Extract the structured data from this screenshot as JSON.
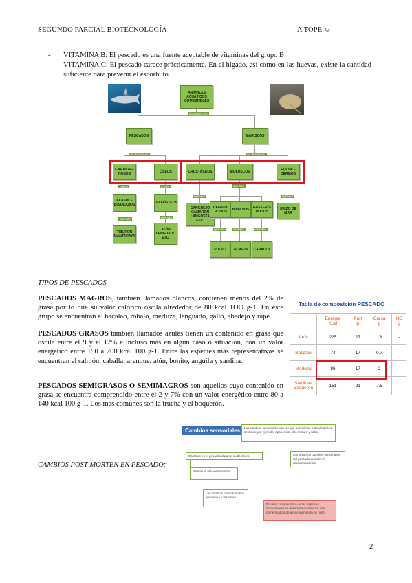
{
  "header": {
    "left": "SEGUNDO PARCIAL BIOTECNOLOGÍA",
    "right": "A TOPE ☺"
  },
  "vitaminas": [
    {
      "dash": "-",
      "text": "VITAMINA B: El pescado es una fuente aceptable de vitaminas del grupo B"
    },
    {
      "dash": "-",
      "text": "VITAMINA C: El pescado carece prácticamente. En el hígado, así como en las huevas, existe la cantidad suficiente para prevenir el escorbuto"
    }
  ],
  "tree": {
    "root": "ANIMALES ACUÁTICOS COMESTIBLES",
    "div1": "se dividen en",
    "pescados": "PESCADOS",
    "mariscos": "MARISCOS",
    "div2": "se dividen en",
    "div3": "se dividen en",
    "cartilaginosos": "CARTILAG-NOSOS",
    "oseos": "ÓSEOS",
    "crustaceos": "CRUSTÁCEOS",
    "moluscos": "MOLUSCOS",
    "equinodermos": "EQUINO-DERMOS",
    "abien1": "o bien",
    "abien2": "o bien",
    "queson": "que son",
    "elasmo": "ELASMO-BRANQUIOS",
    "teleosteos": "TELEÓSTEOS",
    "cangrejo": "CANGREJO CAMARÓN LANGOSTA ETC.",
    "cefalopodos": "CEFALÓ-PODOS",
    "bivalvos": "BIVALVOS",
    "gasteropodos": "GASTERÓ-PODOS",
    "erizo": "ERIZO DE MAR",
    "ejemplo": "ejemplo",
    "tiburon": "TIBURÓN MANTARAYA",
    "atun": "ATÚN LENGUADO ETC.",
    "pulpo": "PULPO",
    "almeja": "ALMEJA",
    "caracol": "CARACOL"
  },
  "tipos_title": "TIPOS DE PESCADOS",
  "magros": {
    "bold": "PESCADOS MAGROS",
    "text": ", también llamados blancos, contienen menos del 2% de grasa por lo que su valor calórico oscila alrededor de 80 kcal 1OO g-1. En este grupo se encuentran el bacalao, róbalo, merluza, lenguado, gallo, abadejo y rape."
  },
  "grasos": {
    "bold": "PESCADOS GRASOS",
    "text": " también llamados azules tienen un contenido en grasa que oscila entre el 9 y el 12% e incluso más en algún caso o situación, con un valor energético entre 150 a 200 kcal 100 g-1. Entre las especies más representativas se encuentran el salmón, caballa, arenque, atún, bonito, anguila y sardina."
  },
  "semigrasos": {
    "bold": "PESCADOS SEMIGRASOS O SEMIMAGROS",
    "text": " son aquellos cuyo contenido en grasa se encuentra comprendido entre el 2 y 7% con un valor energético entre 80 a 140 kcal 100 g-1. Los más comunes son la trucha y el boquerón."
  },
  "table": {
    "title": "Tabla de composición PESCADO",
    "headers": [
      [
        "Energía",
        "Kcal"
      ],
      [
        "Prot",
        "g"
      ],
      [
        "Grasa",
        "g"
      ],
      [
        "HC",
        "g"
      ]
    ],
    "rows": [
      {
        "name": "Atún",
        "vals": [
          "225",
          "27",
          "13",
          "-"
        ]
      },
      {
        "name": "Bacalao",
        "vals": [
          "74",
          "17",
          "0.7",
          "-"
        ]
      },
      {
        "name": "Merluza",
        "vals": [
          "86",
          "17",
          "2",
          "-"
        ]
      },
      {
        "name": "Sardinas Boquerón",
        "vals": [
          "151",
          "21",
          "7.5",
          "-"
        ]
      }
    ]
  },
  "cambios": {
    "title": "CAMBIOS POST-MORTEN EN PESCADO:",
    "box_title": "Cambios sensoriales",
    "box1": "Los cambios sensoriales son los que percibimos a través de los sentidos, por ejemplo, apariencia, olor, textura y sabor.",
    "box2": "Cambios en el pescado durante su deterioro",
    "box3": "Los primeros cambios sensoriales del pescado durante el almacenamiento",
    "box4": "durante el almacenamiento",
    "box5": "Los cambios ocurridos en la apariencia y la textura",
    "pink": "El sabor característico de las especies normalmente se desarrolla durante los dos primeros días de almacenamiento en hielo"
  },
  "page_number": "2"
}
